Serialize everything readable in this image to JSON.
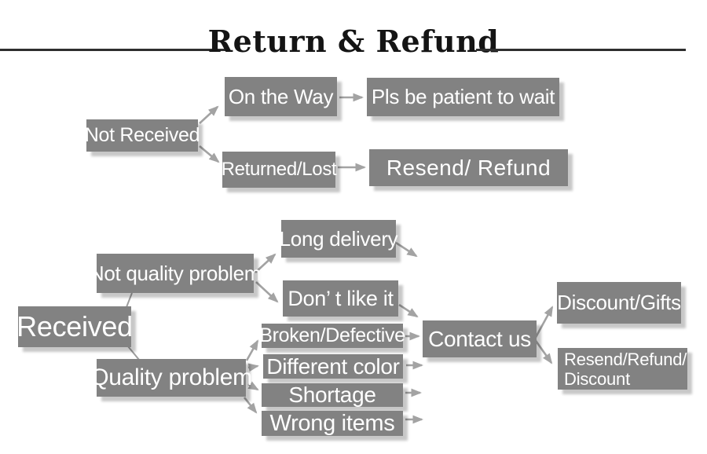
{
  "title": "Return & Refund",
  "colors": {
    "box_fill": "#828282",
    "box_text": "#ffffff",
    "arrow": "#a3a3a3",
    "title_text": "#141414",
    "rule": "#2e2e2e",
    "background": "#ffffff"
  },
  "nodes": {
    "not_received": {
      "label": "Not Received"
    },
    "on_the_way": {
      "label": "On the Way"
    },
    "pls_wait": {
      "label": "Pls be patient to wait"
    },
    "returned_lost": {
      "label": "Returned/Lost"
    },
    "resend_refund": {
      "label": "Resend/ Refund"
    },
    "received": {
      "label": "Received"
    },
    "not_quality": {
      "label": "Not quality problem"
    },
    "long_delivery": {
      "label": "Long delivery"
    },
    "dont_like": {
      "label": "Don’ t like it"
    },
    "quality": {
      "label": "Quality problem"
    },
    "broken": {
      "label": "Broken/Defective"
    },
    "diff_color": {
      "label": "Different color"
    },
    "shortage": {
      "label": "Shortage"
    },
    "wrong_items": {
      "label": "Wrong items"
    },
    "contact_us": {
      "label": "Contact us"
    },
    "discount_gifts": {
      "label": "Discount/Gifts"
    },
    "resend_discount": {
      "line1": "Resend/Refund/",
      "line2": "Discount"
    }
  },
  "edges": [
    {
      "from": "Not Received",
      "to": "On the Way"
    },
    {
      "from": "Not Received",
      "to": "Returned/Lost"
    },
    {
      "from": "On the Way",
      "to": "Pls be patient to wait"
    },
    {
      "from": "Returned/Lost",
      "to": "Resend/ Refund"
    },
    {
      "from": "Received",
      "to": "Not quality problem"
    },
    {
      "from": "Received",
      "to": "Quality problem"
    },
    {
      "from": "Not quality problem",
      "to": "Long delivery"
    },
    {
      "from": "Not quality problem",
      "to": "Don’ t like it"
    },
    {
      "from": "Long delivery",
      "to": "Contact us"
    },
    {
      "from": "Don’ t like it",
      "to": "Contact us"
    },
    {
      "from": "Quality problem",
      "to": "Broken/Defective"
    },
    {
      "from": "Quality problem",
      "to": "Different color"
    },
    {
      "from": "Quality problem",
      "to": "Shortage"
    },
    {
      "from": "Quality problem",
      "to": "Wrong items"
    },
    {
      "from": "Broken/Defective",
      "to": "Contact us"
    },
    {
      "from": "Different color",
      "to": "Contact us"
    },
    {
      "from": "Shortage",
      "to": "Contact us"
    },
    {
      "from": "Wrong items",
      "to": "Contact us"
    },
    {
      "from": "Contact us",
      "to": "Discount/Gifts"
    },
    {
      "from": "Contact us",
      "to": "Resend/Refund/ Discount"
    }
  ]
}
